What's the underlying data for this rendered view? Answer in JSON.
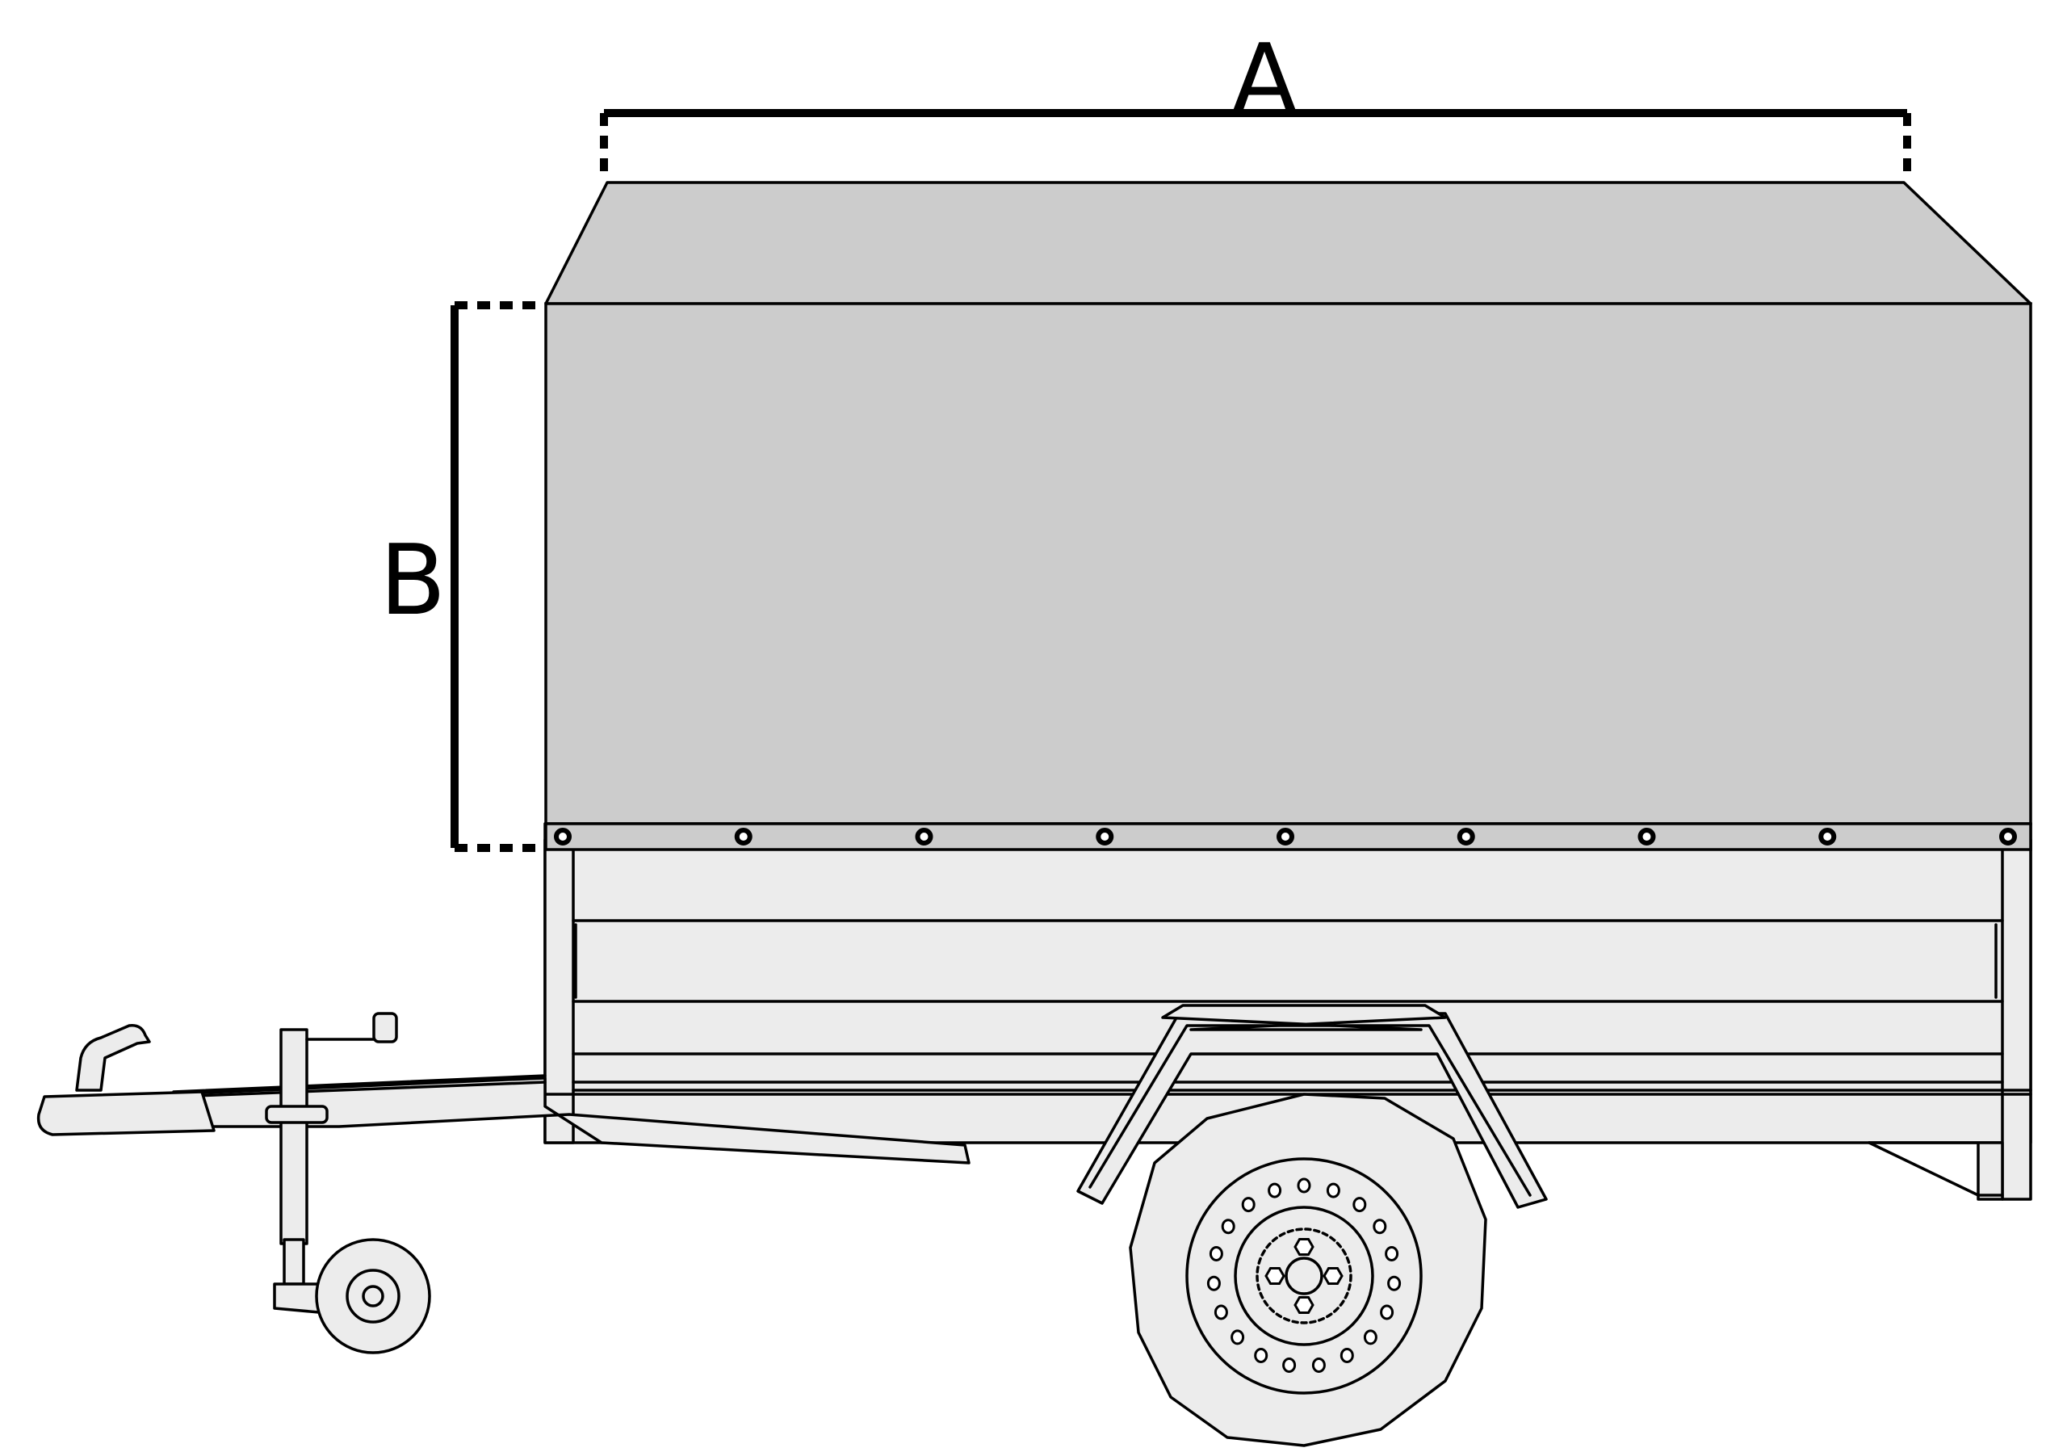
{
  "labels": {
    "width_dimension": "A",
    "height_dimension": "B"
  },
  "colors": {
    "cover": "#cccccc",
    "trailer_body": "#ececec",
    "line": "#000000",
    "background": "#ffffff"
  },
  "cover": {
    "eyelet_count": 9
  },
  "wheel": {
    "outer_hole_count": 19,
    "lug_nut_count": 4
  }
}
